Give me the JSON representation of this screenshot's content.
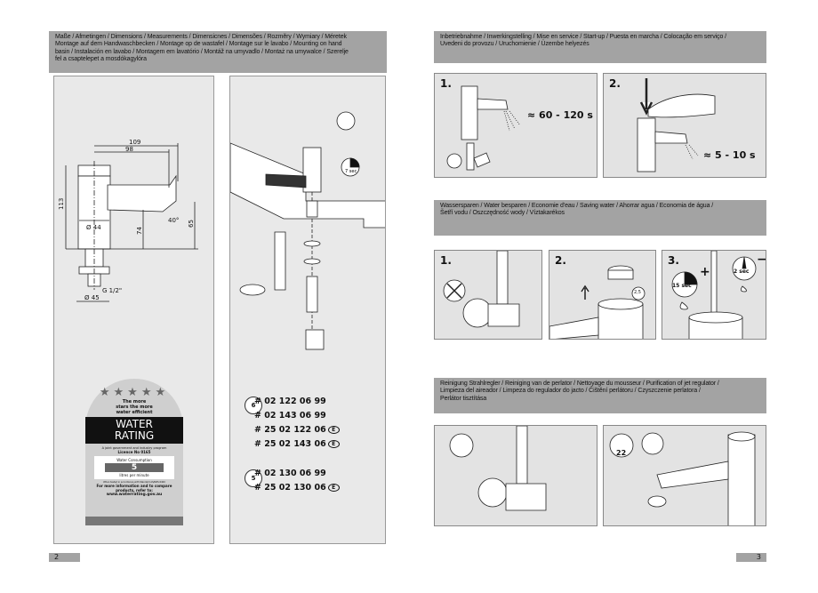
{
  "left_page": {
    "header": [
      "Maße / Afmetingen / Dimensions / Measurements / Dimensicnes / Dimensões / Rozměry / Wymiary / Méretek",
      "Montage auf dem Handwaschbecken / Montage op de wastafel / Montage  sur le lavabo / Mounting on hand",
      "basin / Instalación en lavabo / Montagem em lavatório / Montáž na umyvadlo / Montaż  na umywalce / Szerelje",
      "fel a csaptelepet a mosdókagylóra"
    ],
    "dimensions": {
      "d109": "109",
      "d98": "98",
      "d113": "113",
      "d74": "74",
      "d65": "65",
      "angle": "40°",
      "dia44": "Ø 44",
      "thread": "G 1/2\"",
      "dia45": "Ø 45"
    },
    "water_rating": {
      "tagline": [
        "The more",
        "stars the more",
        "water efficient"
      ],
      "title": [
        "WATER",
        "RATING"
      ],
      "program": "A joint government and industry program",
      "licence": "Licence No 0165",
      "consumption_label": "Water Consumption",
      "consumption_value": "5",
      "unit": "litres per minute",
      "note": "When tested in accordance with Standard AS/NZS 6400",
      "info": [
        "For more information and to compare",
        "products, refer to:"
      ],
      "url": "www.waterrating.gov.au",
      "stars": 5
    },
    "install": {
      "time": "7 sec"
    },
    "codes_group1": {
      "badge": "6",
      "items": [
        {
          "code": "# 02 122 06 99",
          "mark": ""
        },
        {
          "code": "# 02 143 06 99",
          "mark": ""
        },
        {
          "code": "# 25 02 122 06",
          "mark": "E"
        },
        {
          "code": "# 25 02 143 06",
          "mark": "E"
        }
      ]
    },
    "codes_group2": {
      "badge": "5",
      "items": [
        {
          "code": "# 02 130 06 99",
          "mark": ""
        },
        {
          "code": "# 25 02 130 06",
          "mark": "E"
        }
      ]
    },
    "page_number": "2"
  },
  "right_page": {
    "section1": {
      "header": [
        "Inbetriebnahme / Inwerkingstelling / Mise en service / Start-up / Puesta en marcha / Colocação em serviço /",
        "Uvedeni do provozu / Uruchomienie / Üzembe helyezés"
      ],
      "steps": [
        {
          "n": "1.",
          "text": "≈ 60 - 120 s"
        },
        {
          "n": "2.",
          "text": "≈ 5 - 10 s"
        }
      ]
    },
    "section2": {
      "header": [
        "Wassersparen / Water besparen / Economie d'eau / Saving water / Ahorrar agua / Economia de água /",
        "Šetří vodu / Oszczędność wody / Víztakarékos"
      ],
      "steps": [
        {
          "n": "1."
        },
        {
          "n": "2.",
          "badge": "2,5"
        },
        {
          "n": "3.",
          "plus": "+",
          "minus": "−",
          "long": "15 sec",
          "short": "2 sec"
        }
      ]
    },
    "section3": {
      "header": [
        "Reinigung Strahlregler / Reiniging van de perlator / Nettoyage du mousseur / Purification of jet regulator /",
        "Limpieza del aireador / Limpeza do regulador do jacto / Čištění perlátoru / Czyszczenie perlatora /",
        "Perlátor tisztítása"
      ],
      "wrench": "22"
    },
    "page_number": "3"
  }
}
